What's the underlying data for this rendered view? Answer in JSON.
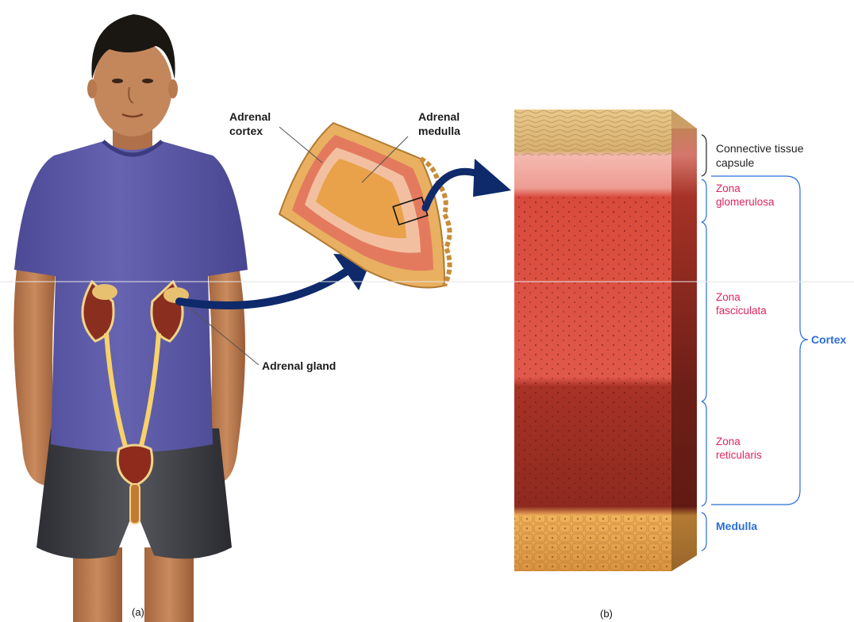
{
  "panel_a": {
    "caption": "(a)",
    "labels": {
      "adrenal_gland": "Adrenal gland",
      "adrenal_cortex_line1": "Adrenal",
      "adrenal_cortex_line2": "cortex",
      "adrenal_medulla_line1": "Adrenal",
      "adrenal_medulla_line2": "medulla"
    }
  },
  "panel_b": {
    "caption": "(b)",
    "layers": {
      "capsule_line1": "Connective tissue",
      "capsule_line2": "capsule",
      "glomerulosa_line1": "Zona",
      "glomerulosa_line2": "glomerulosa",
      "fasciculata_line1": "Zona",
      "fasciculata_line2": "fasciculata",
      "reticularis_line1": "Zona",
      "reticularis_line2": "reticularis",
      "medulla": "Medulla",
      "cortex": "Cortex"
    }
  },
  "colors": {
    "accent_pink": "#e0245e",
    "accent_blue": "#2b6fd6",
    "arrow_navy": "#0e2a6b",
    "shirt": "#5a58a6"
  }
}
